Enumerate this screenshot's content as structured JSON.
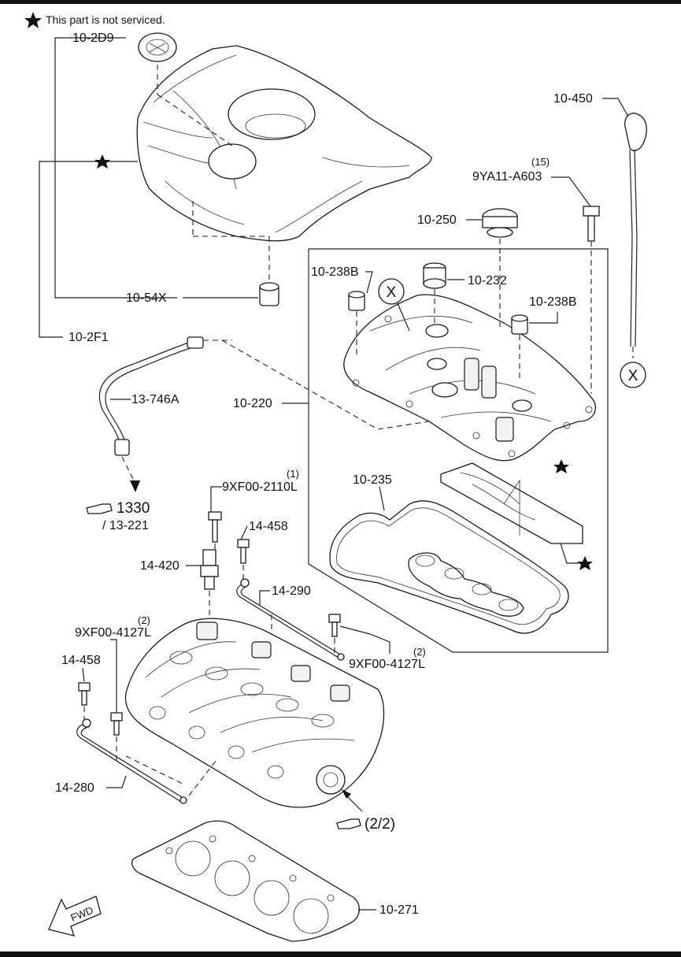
{
  "note": "This part is not serviced.",
  "labels": {
    "p10_2d9": "10-2D9",
    "p10_54x": "10-54X",
    "p10_2f1": "10-2F1",
    "p10_450": "10-450",
    "qty_15": "(15)",
    "p9ya11": "9YA11-A603",
    "p10_250": "10-250",
    "p10_238b_left": "10-238B",
    "p10_232": "10-232",
    "p10_238b_right": "10-238B",
    "x_left": "X",
    "x_right": "X",
    "p13_746a": "13-746A",
    "p10_220": "10-220",
    "ref_1330": "1330",
    "ref_13_221": "/ 13-221",
    "qty_1": "(1)",
    "p9xf00_2110l": "9XF00-2110L",
    "p10_235": "10-235",
    "p14_458_top": "14-458",
    "p14_420": "14-420",
    "p14_290": "14-290",
    "qty_2_left": "(2)",
    "p9xf00_4127l_left": "9XF00-4127L",
    "qty_2_right": "(2)",
    "p9xf00_4127l_right": "9XF00-4127L",
    "p14_458_left": "14-458",
    "p14_280": "14-280",
    "ref_2_2": "(2/2)",
    "p10_271": "10-271",
    "fwd": "FWD"
  }
}
